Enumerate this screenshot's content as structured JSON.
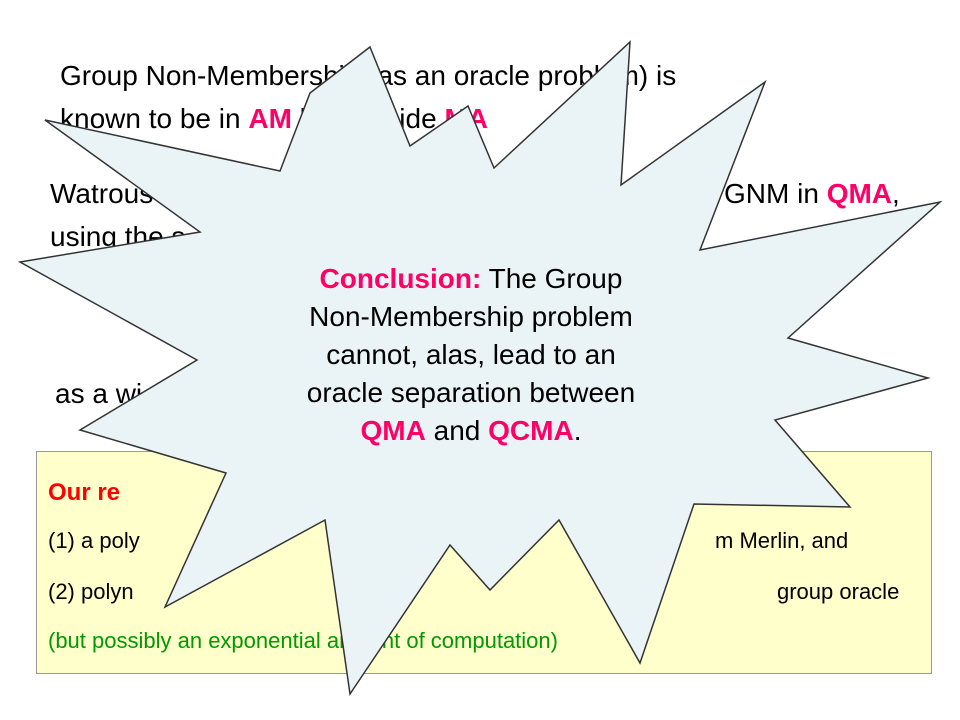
{
  "colors": {
    "highlight": "#ff0066",
    "box_title": "#ff0000",
    "box_background": "#ffffcc",
    "green_text": "#009900",
    "burst_fill": "#eaf4f6"
  },
  "para1": {
    "line1": "Group Non-Membership (as an oracle problem) is",
    "line2_prefix": "known to be in ",
    "line2_am": "AM",
    "line2_mid": " but outside ",
    "line2_ma": "MA"
  },
  "para2": {
    "line1_prefix": "Watrous (2000) showed",
    "line1_nm": "GNM in ",
    "line1_qma": "QMA",
    "line1_comma": ",",
    "line2": "using the s"
  },
  "para3": {
    "line1": "as a wi"
  },
  "result_box": {
    "title": "Our re",
    "title_tail": "g",
    "line1_prefix": "(1) a poly",
    "line1_suffix": "m Merlin, and",
    "line2_prefix": "(2) polyn",
    "line2_suffix": "group oracle",
    "line3": "(but possibly an exponential amount of computation)"
  },
  "burst": {
    "conclusion_label": "Conclusion:",
    "text1": " The Group",
    "text2": "Non-Membership problem",
    "text3": "cannot, alas, lead to an",
    "text4": "oracle separation between",
    "qma": "QMA",
    "and": " and ",
    "qcma": "QCMA",
    "period": "."
  }
}
